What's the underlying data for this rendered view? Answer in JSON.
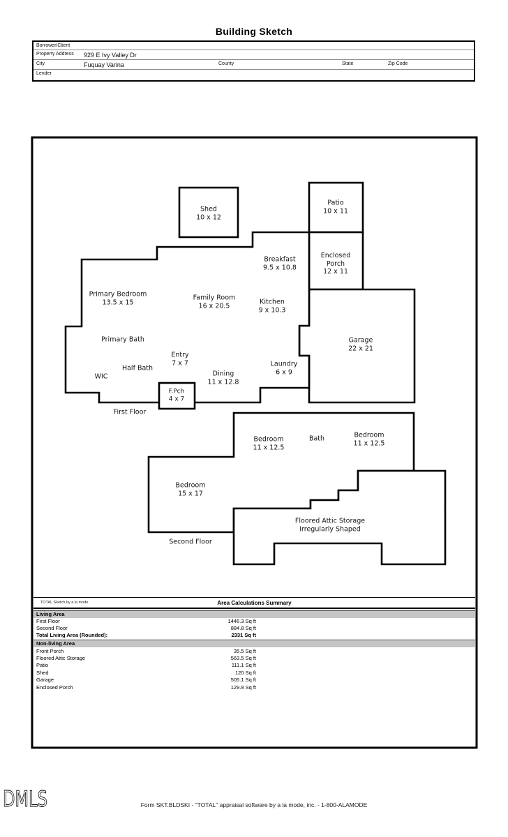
{
  "page": {
    "title": "Building Sketch"
  },
  "form": {
    "borrower_label": "Borrower/Client",
    "property_address_label": "Property Address",
    "property_address_value": "929 E Ivy Valley Dr",
    "city_label": "City",
    "city_value": "Fuquay Varina",
    "county_label": "County",
    "state_label": "State",
    "zip_label": "Zip Code",
    "lender_label": "Lender"
  },
  "sketch": {
    "floors": {
      "first": "First Floor",
      "second": "Second Floor"
    },
    "rooms": [
      {
        "name": "Shed",
        "dims": "10 x 12"
      },
      {
        "name": "Patio",
        "dims": "10 x 11"
      },
      {
        "name": "Enclosed Porch",
        "dims": "12 x 11"
      },
      {
        "name": "Breakfast",
        "dims": "9.5 x 10.8"
      },
      {
        "name": "Primary Bedroom",
        "dims": "13.5 x 15"
      },
      {
        "name": "Family Room",
        "dims": "16 x 20.5"
      },
      {
        "name": "Kitchen",
        "dims": "9 x 10.3"
      },
      {
        "name": "Garage",
        "dims": "22 x 21"
      },
      {
        "name": "Primary Bath",
        "dims": ""
      },
      {
        "name": "Entry",
        "dims": "7 x 7"
      },
      {
        "name": "Half Bath",
        "dims": ""
      },
      {
        "name": "WIC",
        "dims": ""
      },
      {
        "name": "Dining",
        "dims": "11 x 12.8"
      },
      {
        "name": "Laundry",
        "dims": "6 x 9"
      },
      {
        "name": "F.Pch",
        "dims": "4 x 7"
      },
      {
        "name": "Bedroom",
        "dims": "11 x 12.5"
      },
      {
        "name": "Bath",
        "dims": ""
      },
      {
        "name": "Bedroom",
        "dims": "11 x 12.5"
      },
      {
        "name": "Bedroom",
        "dims": "15 x 17"
      },
      {
        "name": "Floored Attic Storage",
        "dims": "Irregularly Shaped"
      }
    ]
  },
  "summary": {
    "brand": "TOTAL Sketch by a la mode",
    "title": "Area Calculations Summary",
    "living_header": "Living Area",
    "living_rows": [
      {
        "label": "First Floor",
        "value": "1446.3 Sq ft"
      },
      {
        "label": "Second Floor",
        "value": "884.8 Sq ft"
      }
    ],
    "total_label": "Total Living Area (Rounded):",
    "total_value": "2331 Sq ft",
    "nonliving_header": "Non-living Area",
    "nonliving_rows": [
      {
        "label": "Front Porch",
        "value": "35.5 Sq ft"
      },
      {
        "label": "Floored Attic Storage",
        "value": "563.5 Sq ft"
      },
      {
        "label": "Patio",
        "value": "111.1 Sq ft"
      },
      {
        "label": "Shed",
        "value": "120 Sq ft"
      },
      {
        "label": "Garage",
        "value": "505.1 Sq ft"
      },
      {
        "label": "Enclosed Porch",
        "value": "129.8 Sq ft"
      }
    ]
  },
  "footer": {
    "logo": "DMLS",
    "text": "Form SKT.BLDSKI - \"TOTAL\" appraisal software by a la mode, inc. - 1-800-ALAMODE"
  }
}
